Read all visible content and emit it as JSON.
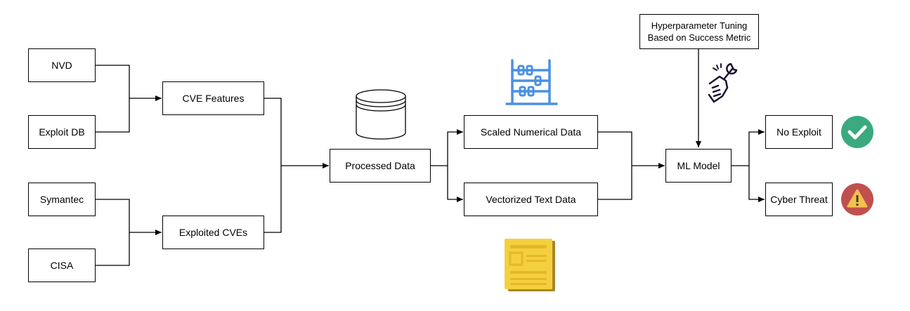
{
  "nodes": {
    "nvd": "NVD",
    "exploit_db": "Exploit DB",
    "symantec": "Symantec",
    "cisa": "CISA",
    "cve_features": "CVE Features",
    "exploited_cves": "Exploited CVEs",
    "processed_data": "Processed Data",
    "scaled_numerical": "Scaled Numerical Data",
    "vectorized_text": "Vectorized Text Data",
    "ml_model": "ML Model",
    "hyperparameter_line1": "Hyperparameter Tuning",
    "hyperparameter_line2": "Based on Success Metric",
    "no_exploit": "No Exploit",
    "cyber_threat": "Cyber Threat"
  },
  "icons": {
    "database": "database-icon",
    "abacus": "abacus-icon",
    "document": "document-icon",
    "wrench_hand": "wrench-hand-icon",
    "check": "check-circle-icon",
    "warning": "warning-circle-icon"
  },
  "colors": {
    "abacus": "#4a90e2",
    "document": "#f4d03f",
    "check": "#3aaa7e",
    "warning": "#c0504d",
    "warning_triangle": "#f2c14e"
  }
}
